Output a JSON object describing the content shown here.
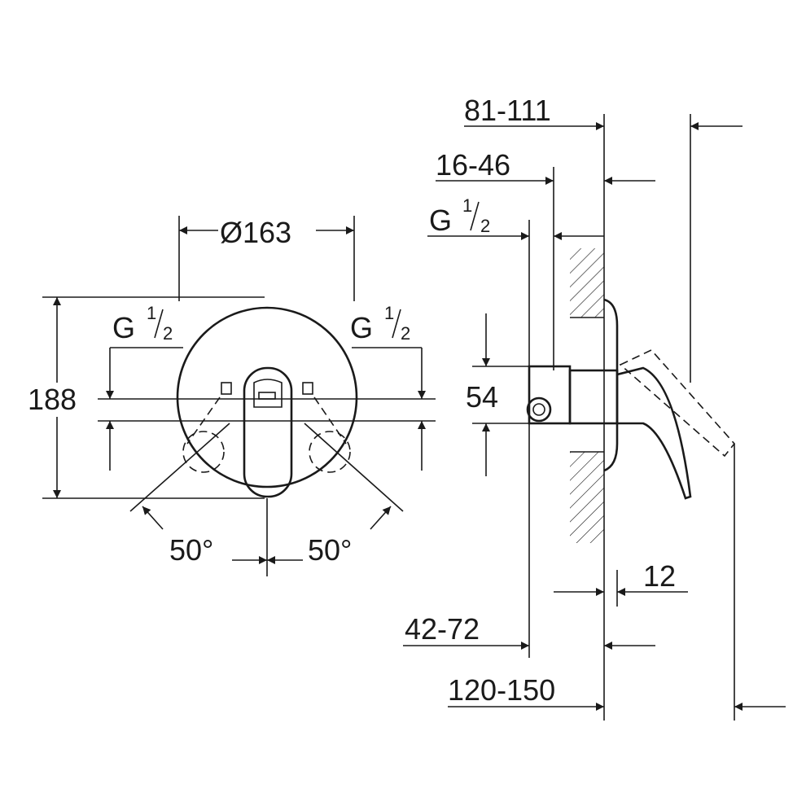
{
  "front_view": {
    "diameter": "Ø163",
    "height": "188",
    "thread_left": {
      "letter": "G",
      "num": "1",
      "den": "2"
    },
    "thread_right": {
      "letter": "G",
      "num": "1",
      "den": "2"
    },
    "angle_left": "50°",
    "angle_right": "50°"
  },
  "side_view": {
    "dim_depth_total": "81-111",
    "dim_depth_inner": "16-46",
    "thread": {
      "letter": "G",
      "num": "1",
      "den": "2"
    },
    "dim_height": "54",
    "dim_plate": "12",
    "dim_body": "42-72",
    "dim_overall": "120-150"
  }
}
